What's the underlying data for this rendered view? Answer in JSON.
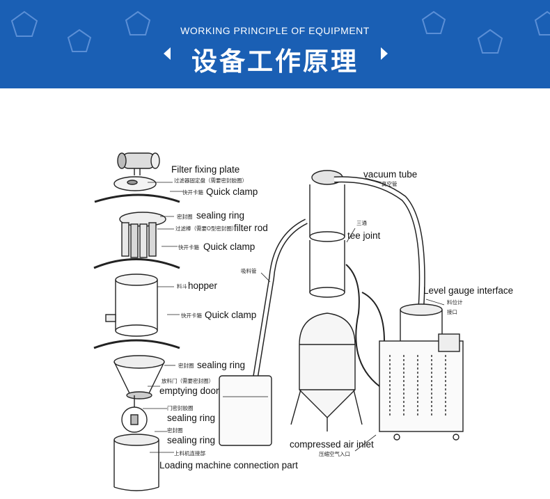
{
  "banner": {
    "subtitle": "WORKING PRINCIPLE OF EQUIPMENT",
    "title": "设备工作原理",
    "bg_color": "#1a5fb4"
  },
  "diagram": {
    "labels": {
      "filter_fixing_plate": "Filter fixing plate",
      "quick_clamp_1": "Quick clamp",
      "sealing_ring_1": "sealing ring",
      "filter_rod": "filter rod",
      "quick_clamp_2": "Quick clamp",
      "hopper": "hopper",
      "quick_clamp_3": "Quick clamp",
      "sealing_ring_2": "sealing ring",
      "emptying_door": "emptying door",
      "sealing_ring_3": "sealing ring",
      "sealing_ring_4": "sealing ring",
      "loading_connection": "Loading machine connection part",
      "vacuum_tube": "vacuum tube",
      "tee_joint": "tee joint",
      "level_gauge": "Level gauge interface",
      "compressed_air": "compressed air inlet"
    },
    "cn_labels": {
      "filter_fixing_plate": "过滤器固定盘（需要密封胶圈）",
      "quick_clamp_1": "快开卡箍",
      "sealing_ring_1": "密封圈",
      "filter_rod": "过滤棒（需要O型密封圈）",
      "quick_clamp_2": "快开卡箍",
      "hopper": "料斗",
      "quick_clamp_3": "快开卡箍",
      "sealing_ring_2": "密封圈",
      "emptying_door": "放料门（需要密封圈）",
      "sealing_ring_3": "门密封胶圈",
      "sealing_ring_4": "密封圈",
      "loading_connection": "上料机连接部",
      "vacuum_tube": "真空管",
      "tee_joint": "三通",
      "suction_pipe": "吸料管",
      "level_gauge_1": "料位计",
      "level_gauge_2": "接口",
      "compressed_air": "压缩空气入口"
    }
  }
}
